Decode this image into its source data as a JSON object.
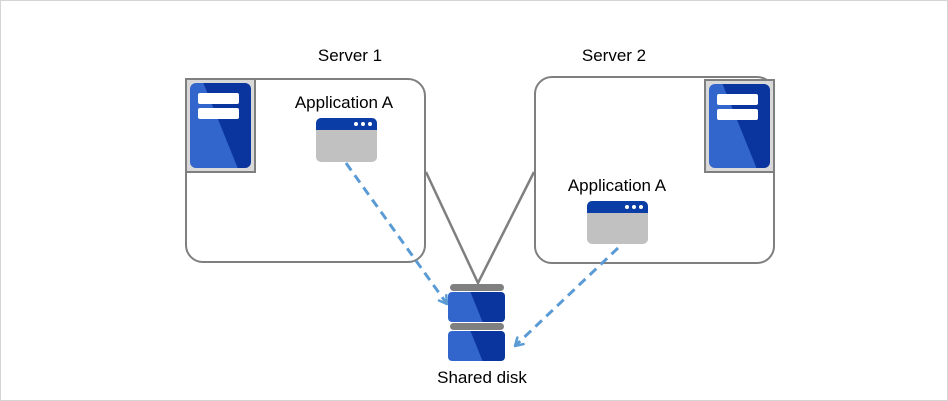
{
  "diagram": {
    "type": "architecture-diagram",
    "servers": [
      {
        "label": "Server 1",
        "app_label": "Application A"
      },
      {
        "label": "Server 2",
        "app_label": "Application A"
      }
    ],
    "shared_disk_label": "Shared disk",
    "icons": {
      "server": "server-tower-icon",
      "application": "app-window-icon",
      "shared_disk": "disk-stack-icon"
    },
    "connections": [
      {
        "from": "Server 1 box",
        "to": "Shared disk",
        "style": "solid-gray-line"
      },
      {
        "from": "Server 2 box",
        "to": "Shared disk",
        "style": "solid-gray-line"
      },
      {
        "from": "Application A (Server 1)",
        "to": "Shared disk",
        "style": "dashed-blue-arrow"
      },
      {
        "from": "Application A (Server 2)",
        "to": "Shared disk",
        "style": "dashed-blue-arrow"
      }
    ],
    "colors": {
      "canvas_border": "#d4d4d4",
      "box_border": "#7f7f7f",
      "frame_fill": "#d9d9d9",
      "blue_light": "#3366cc",
      "blue_dark": "#0a359e",
      "app_titlebar": "#0b3da6",
      "app_body": "#c1c1c1",
      "disk_bar": "#808080",
      "arrow_blue": "#5b9bd5",
      "text_color": "#000000"
    }
  }
}
